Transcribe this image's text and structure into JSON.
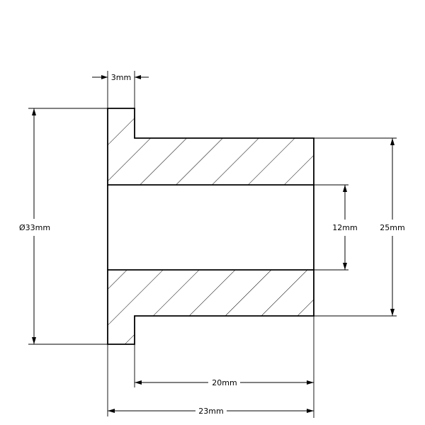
{
  "dimensions": {
    "flange_thickness": "3mm",
    "outer_diameter": "Ø33mm",
    "bore_diameter": "12mm",
    "body_diameter": "25mm",
    "body_length": "20mm",
    "total_length": "23mm"
  }
}
